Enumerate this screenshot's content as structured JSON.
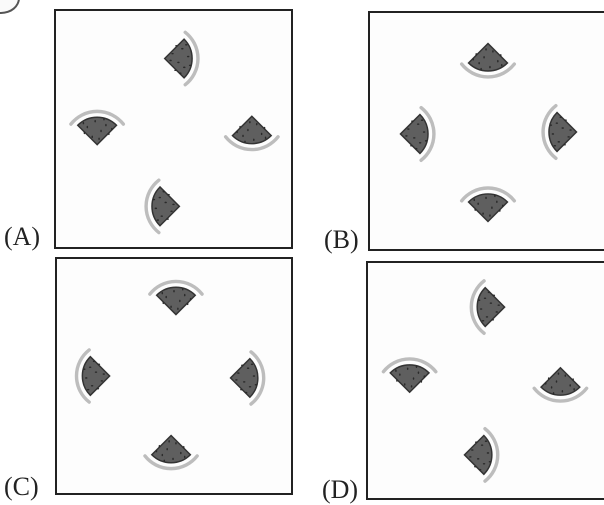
{
  "question": {
    "options": [
      {
        "id": "A",
        "label": "(A)"
      },
      {
        "id": "B",
        "label": "(B)"
      },
      {
        "id": "C",
        "label": "(C)"
      },
      {
        "id": "D",
        "label": "(D)"
      }
    ]
  },
  "colors": {
    "wedge_fill": "#5f5f5f",
    "rind_arc": "#bdbdbd",
    "seed": "#2a2a2a",
    "frame": "#222222",
    "background": "#ffffff"
  },
  "icons": {
    "wedge": "watermelon-slice-icon"
  }
}
